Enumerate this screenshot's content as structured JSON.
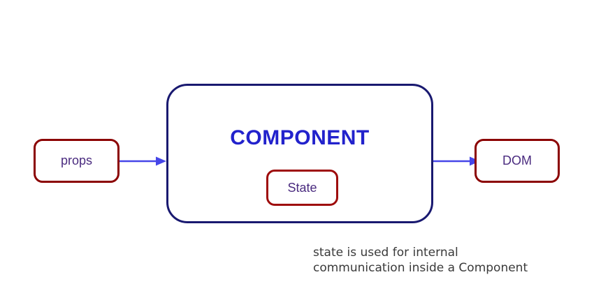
{
  "diagram": {
    "props": {
      "label": "props"
    },
    "component": {
      "label": "COMPONENT"
    },
    "state": {
      "label": "State"
    },
    "dom": {
      "label": "DOM"
    },
    "caption": {
      "line1": "state is used for internal",
      "line2": "communication inside a Component"
    },
    "colors": {
      "box_border_red": "#8b0000",
      "state_border_red": "#9e0b0b",
      "component_border": "#191970",
      "component_text": "#2222cc",
      "label_text": "#4a2b7f",
      "arrow_color": "#4646e8",
      "caption_text": "#3a3a3a"
    }
  }
}
